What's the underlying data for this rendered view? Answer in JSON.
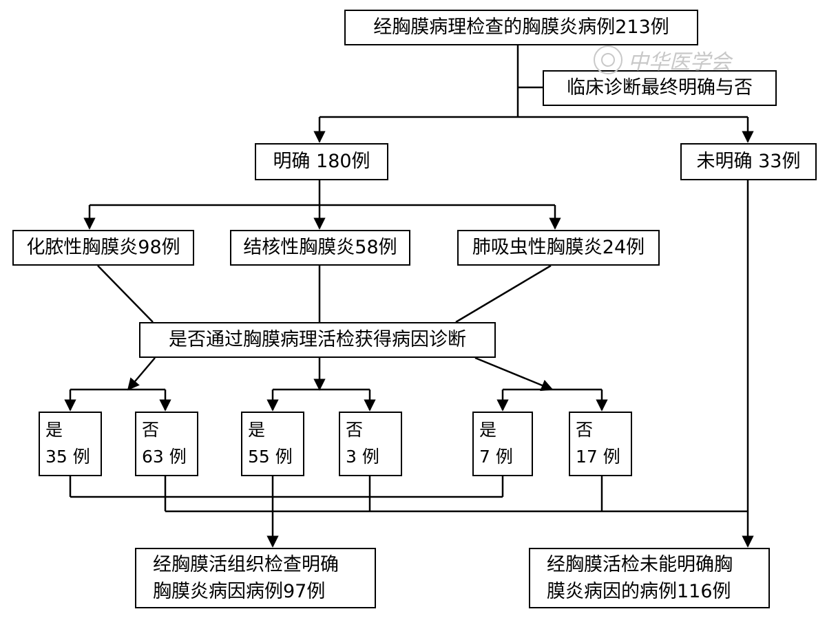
{
  "root": "经胸膜病理检查的胸膜炎病例213例",
  "question_clinical": "临床诊断最终明确与否",
  "clear": "明确 180例",
  "unclear": "未明确 33例",
  "types": {
    "purulent": "化脓性胸膜炎98例",
    "tuberculous": "结核性胸膜炎58例",
    "paragonimus": "肺吸虫性胸膜炎24例"
  },
  "question_biopsy": "是否通过胸膜病理活检获得病因诊断",
  "outcomes": [
    {
      "label": "是",
      "count": "35 例"
    },
    {
      "label": "否",
      "count": "63 例"
    },
    {
      "label": "是",
      "count": "55 例"
    },
    {
      "label": "否",
      "count": "3 例"
    },
    {
      "label": "是",
      "count": "7 例"
    },
    {
      "label": "否",
      "count": "17 例"
    }
  ],
  "result_yes": {
    "line1": "经胸膜活组织检查明确",
    "line2": "胸膜炎病因病例97例"
  },
  "result_no": {
    "line1": "经胸膜活检未能明确胸",
    "line2": "膜炎病因的病例116例"
  },
  "watermark": "中华医学会"
}
